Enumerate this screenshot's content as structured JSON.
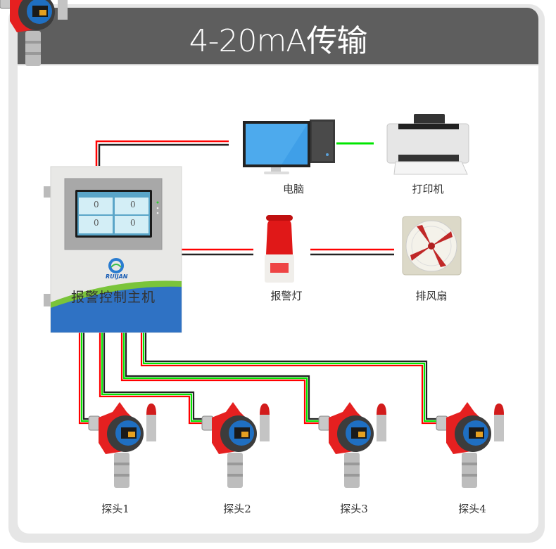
{
  "title": "4-20mA传输",
  "controller": {
    "label": "报警控制主机",
    "brand": "RUIJAN",
    "screen_values": [
      "0",
      "0",
      "0",
      "0"
    ]
  },
  "devices": {
    "computer": "电脑",
    "printer": "打印机",
    "alarm_light": "报警灯",
    "exhaust_fan": "排风扇"
  },
  "probes": [
    "探头1",
    "探头2",
    "探头3",
    "探头4"
  ],
  "colors": {
    "header_bg": "#5e5e5e",
    "frame": "#e6e6e6",
    "wire_red": "#ff0000",
    "wire_black": "#222222",
    "wire_green": "#00e600",
    "controller_blue": "#2f72c4",
    "controller_green": "#7ac43a"
  }
}
